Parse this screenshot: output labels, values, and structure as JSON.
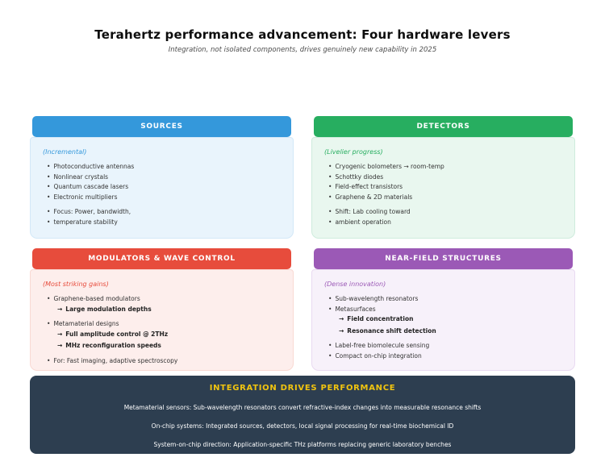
{
  "header": {
    "title": "Terahertz performance advancement: Four hardware levers",
    "subtitle": "Integration, not isolated components, drives genuinely new capability in 2025"
  },
  "cards": [
    {
      "id": "sources",
      "title": "SOURCES",
      "tag": "(Incremental)",
      "colors": {
        "accent": "#3498db",
        "body": "#e9f4fc",
        "border": "#d3e8f8",
        "tag": "#3498db"
      },
      "items": [
        {
          "marker": "•",
          "text": "Photoconductive antennas"
        },
        {
          "marker": "•",
          "text": "Nonlinear crystals"
        },
        {
          "marker": "•",
          "text": "Quantum cascade lasers"
        },
        {
          "marker": "•",
          "text": "Electronic multipliers"
        },
        {
          "marker": "•",
          "text": "Focus: Power, bandwidth,",
          "gap": true
        },
        {
          "marker": "•",
          "text": "temperature stability"
        }
      ]
    },
    {
      "id": "detectors",
      "title": "DETECTORS",
      "tag": "(Livelier progress)",
      "colors": {
        "accent": "#27ae60",
        "body": "#e9f7ef",
        "border": "#cfecdd",
        "tag": "#27ae60"
      },
      "items": [
        {
          "marker": "•",
          "text": "Cryogenic bolometers → room-temp"
        },
        {
          "marker": "•",
          "text": "Schottky diodes"
        },
        {
          "marker": "•",
          "text": "Field-effect transistors"
        },
        {
          "marker": "•",
          "text": "Graphene & 2D materials"
        },
        {
          "marker": "•",
          "text": "Shift: Lab cooling toward",
          "gap": true
        },
        {
          "marker": "•",
          "text": "ambient operation"
        }
      ]
    },
    {
      "id": "modulators",
      "title": "MODULATORS & WAVE CONTROL",
      "tag": "(Most striking gains)",
      "colors": {
        "accent": "#e74c3c",
        "body": "#fdeeec",
        "border": "#f9d9d3",
        "tag": "#e74c3c"
      },
      "items": [
        {
          "marker": "•",
          "text": "Graphene-based modulators"
        },
        {
          "marker": "→",
          "text": "Large modulation depths",
          "bold": true,
          "indent": true
        },
        {
          "marker": "•",
          "text": "Metamaterial designs",
          "gap": true
        },
        {
          "marker": "→",
          "text": "Full amplitude control @ 2THz",
          "bold": true,
          "indent": true
        },
        {
          "marker": "→",
          "text": "MHz reconfiguration speeds",
          "bold": true,
          "indent": true
        },
        {
          "marker": "•",
          "text": "For: Fast imaging, adaptive spectroscopy",
          "gap": true
        }
      ]
    },
    {
      "id": "near-field",
      "title": "NEAR-FIELD STRUCTURES",
      "tag": "(Dense innovation)",
      "colors": {
        "accent": "#9b59b6",
        "body": "#f7f1fa",
        "border": "#e9daf1",
        "tag": "#9b59b6"
      },
      "items": [
        {
          "marker": "•",
          "text": "Sub-wavelength resonators"
        },
        {
          "marker": "•",
          "text": "Metasurfaces"
        },
        {
          "marker": "→",
          "text": "Field concentration",
          "bold": true,
          "indent": true
        },
        {
          "marker": "→",
          "text": "Resonance shift detection",
          "bold": true,
          "indent": true
        },
        {
          "marker": "•",
          "text": "Label-free biomolecule sensing",
          "gap": true
        },
        {
          "marker": "•",
          "text": "Compact on-chip integration"
        }
      ]
    }
  ],
  "footer": {
    "title": "INTEGRATION DRIVES PERFORMANCE",
    "colors": {
      "bg": "#2d3e50",
      "title": "#f1c40f",
      "text": "#ffffff"
    },
    "lines": [
      "Metamaterial sensors: Sub-wavelength resonators convert refractive-index changes into measurable resonance shifts",
      "On-chip systems: Integrated sources, detectors, local signal processing for real-time biochemical ID",
      "System-on-chip direction: Application-specific THz platforms replacing generic laboratory benches"
    ]
  }
}
